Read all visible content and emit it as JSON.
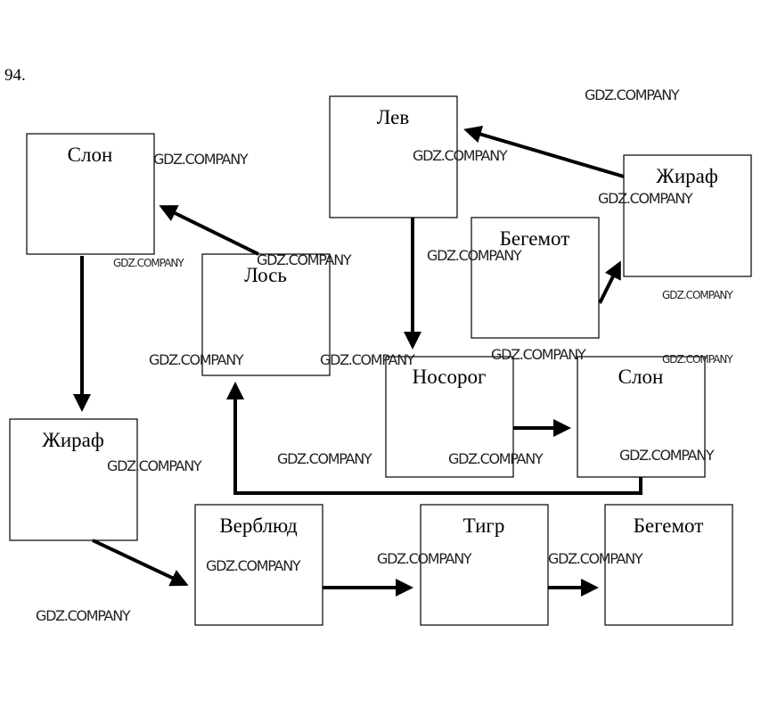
{
  "problem_number": "94.",
  "nodes": {
    "elephant_1": "Слон",
    "moose": "Лось",
    "lion": "Лев",
    "giraffe_2": "Жираф",
    "hippo_1": "Бегемот",
    "rhino": "Носорог",
    "elephant_2": "Слон",
    "giraffe_1": "Жираф",
    "camel": "Верблюд",
    "tiger": "Тигр",
    "hippo_2": "Бегемот"
  },
  "edges": [
    [
      "moose",
      "elephant_1"
    ],
    [
      "elephant_1",
      "giraffe_1"
    ],
    [
      "giraffe_2",
      "lion"
    ],
    [
      "hippo_1",
      "giraffe_2"
    ],
    [
      "lion",
      "rhino"
    ],
    [
      "rhino",
      "elephant_2"
    ],
    [
      "elephant_2",
      "moose"
    ],
    [
      "giraffe_1",
      "camel"
    ],
    [
      "camel",
      "tiger"
    ],
    [
      "tiger",
      "hippo_2"
    ]
  ],
  "watermark": "GDZ.COMPANY"
}
